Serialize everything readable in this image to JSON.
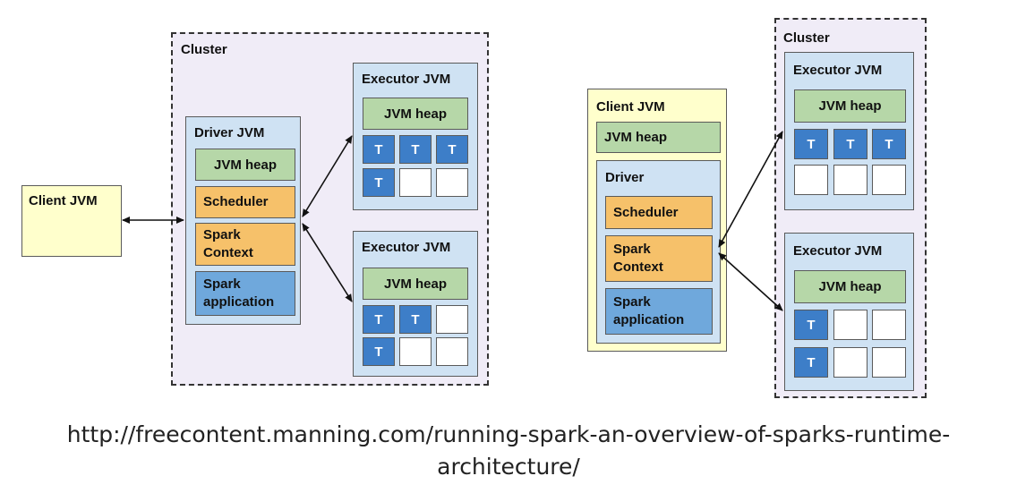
{
  "left_diagram": {
    "cluster_label": "Cluster",
    "client_label": "Client JVM",
    "driver": {
      "label": "Driver JVM",
      "heap": "JVM heap",
      "scheduler": "Scheduler",
      "spark_context_line1": "Spark",
      "spark_context_line2": "Context",
      "spark_app_line1": "Spark",
      "spark_app_line2": "application"
    },
    "executor_top": {
      "label": "Executor JVM",
      "heap": "JVM heap",
      "slots": [
        "T",
        "T",
        "T",
        "T",
        "",
        ""
      ]
    },
    "executor_bottom": {
      "label": "Executor JVM",
      "heap": "JVM heap",
      "slots": [
        "T",
        "T",
        "",
        "T",
        "",
        ""
      ]
    }
  },
  "right_diagram": {
    "cluster_label": "Cluster",
    "client": {
      "label": "Client JVM",
      "heap": "JVM heap",
      "driver_label": "Driver",
      "scheduler": "Scheduler",
      "spark_context_line1": "Spark",
      "spark_context_line2": "Context",
      "spark_app_line1": "Spark",
      "spark_app_line2": "application"
    },
    "executor_top": {
      "label": "Executor JVM",
      "heap": "JVM heap",
      "slots": [
        "T",
        "T",
        "T",
        "",
        "",
        ""
      ]
    },
    "executor_bottom": {
      "label": "Executor JVM",
      "heap": "JVM heap",
      "slots": [
        "T",
        "",
        "",
        "T",
        "",
        ""
      ]
    }
  },
  "caption_line1": "http://freecontent.manning.com/running-spark-an-overview-of-sparks-runtime-",
  "caption_line2": "architecture/",
  "colors": {
    "cluster_bg": "#f0ecf7",
    "jvm_bg": "#cfe2f3",
    "client_bg": "#ffffcc",
    "heap_bg": "#b6d7a8",
    "orange": "#f6c16a",
    "blue": "#6fa8dc",
    "task": "#3d7ec8"
  }
}
